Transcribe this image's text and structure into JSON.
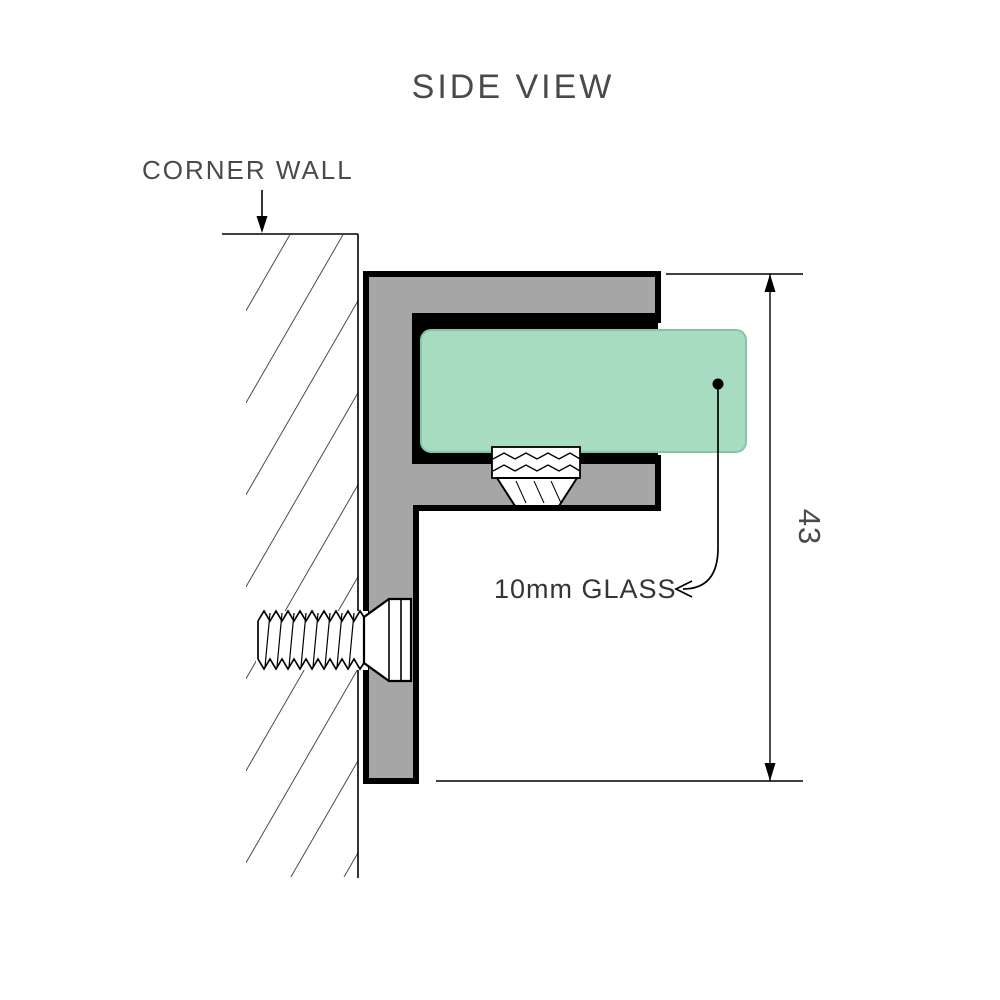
{
  "title": "SIDE VIEW",
  "callouts": {
    "corner_wall": "CORNER WALL",
    "glass": "10mm GLASS"
  },
  "dimensions": {
    "height": "43"
  },
  "colors": {
    "glass_fill": "#a7dcc1",
    "glass_edge": "#85c5a7",
    "bracket_fill": "#a6a6a6",
    "line": "#000000",
    "text": "#4a4a4a",
    "callout_text": "#353535"
  }
}
